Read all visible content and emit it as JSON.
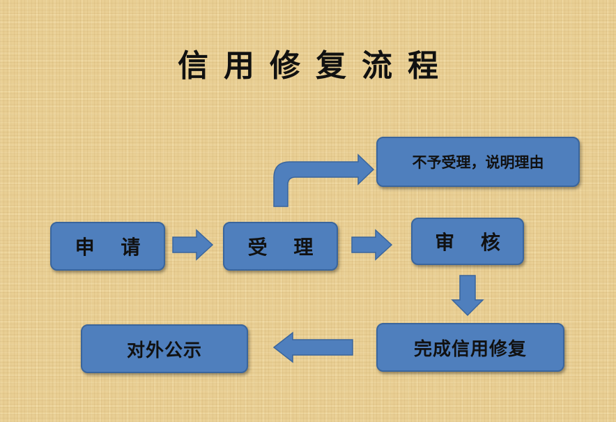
{
  "title": "信用修复流程",
  "steps": {
    "apply": "申 请",
    "accept": "受 理",
    "review": "审 核",
    "reject": "不予受理，说明理由",
    "complete": "完成信用修复",
    "publicize": "对外公示"
  },
  "colors": {
    "box_fill": "#4f7fbd",
    "box_border": "#3a659c",
    "background": "#e9cf94",
    "text": "#111111"
  }
}
